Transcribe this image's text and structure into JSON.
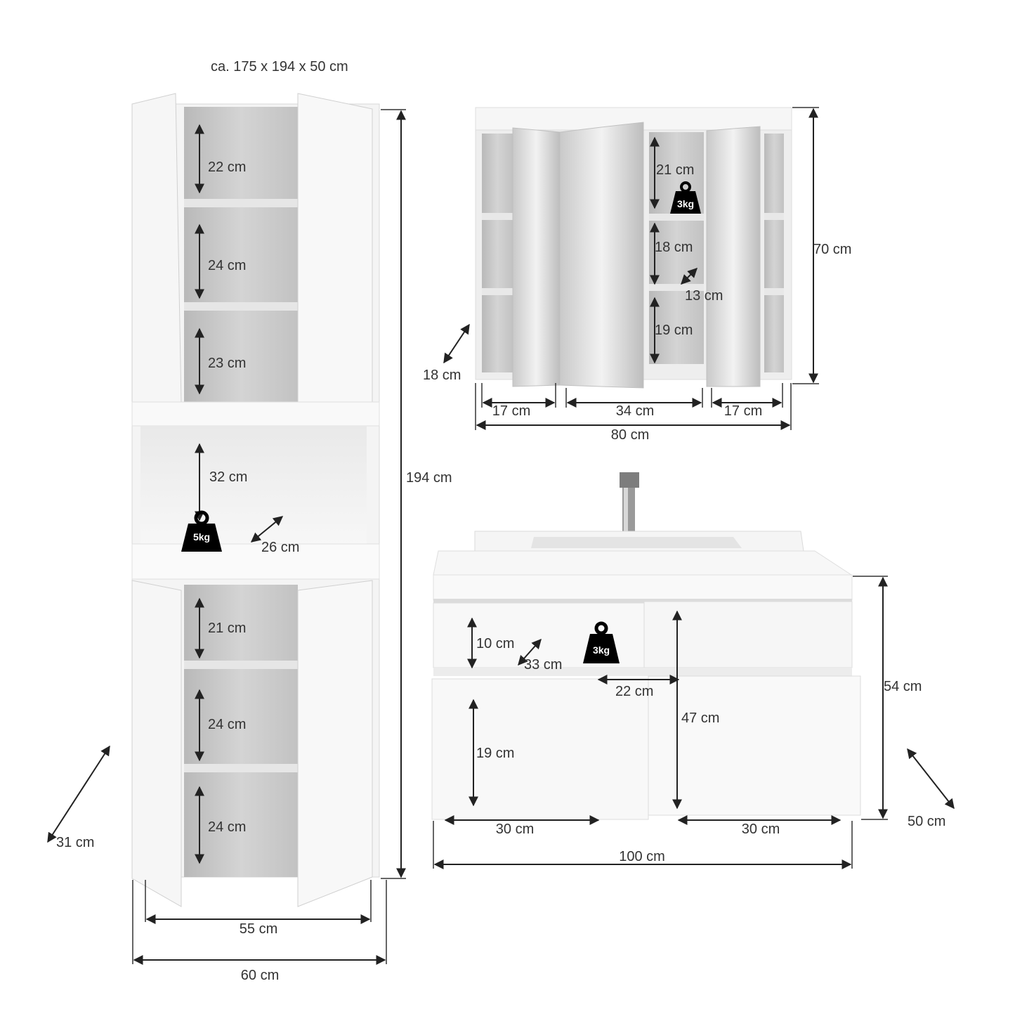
{
  "title": "ca. 175 x 194 x 50 cm",
  "tall_cabinet": {
    "upper_shelves": [
      "22 cm",
      "24 cm",
      "23 cm"
    ],
    "niche_height": "32 cm",
    "niche_depth": "26 cm",
    "niche_load": "5kg",
    "lower_shelves": [
      "21 cm",
      "24 cm",
      "24 cm"
    ],
    "inner_width": "55 cm",
    "outer_width": "60 cm",
    "height": "194 cm",
    "depth": "31 cm"
  },
  "mirror_cabinet": {
    "shelves": [
      "21 cm",
      "18 cm",
      "19 cm"
    ],
    "shelf_depth": "13 cm",
    "shelf_load": "3kg",
    "left_width": "17 cm",
    "center_width": "34 cm",
    "right_width": "17 cm",
    "total_width": "80 cm",
    "height": "70 cm",
    "depth": "18 cm"
  },
  "vanity": {
    "drawer_height": "10 cm",
    "drawer_depth": "33 cm",
    "drawer_load": "3kg",
    "drawer_gap": "22 cm",
    "lower_drawer_height": "19 cm",
    "inner_height": "47 cm",
    "left_width": "30 cm",
    "right_width": "30 cm",
    "total_width": "100 cm",
    "height": "54 cm",
    "depth": "50 cm"
  }
}
